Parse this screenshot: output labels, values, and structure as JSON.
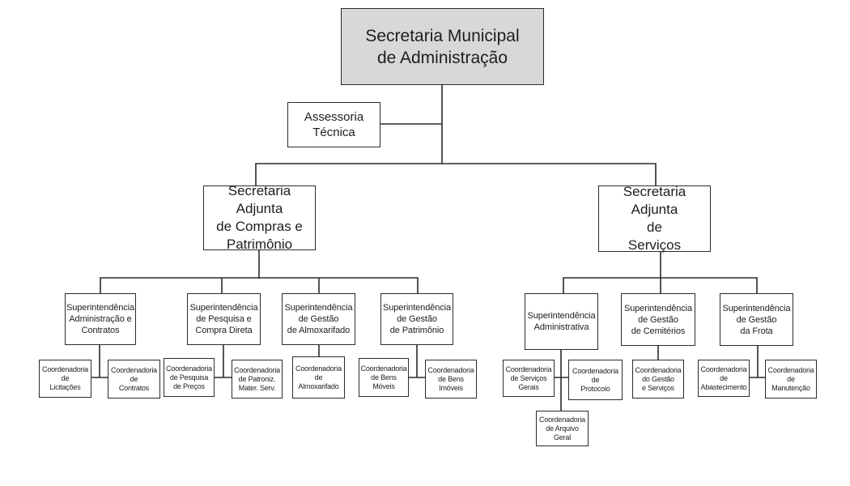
{
  "chart": {
    "root": "Secretaria Municipal\nde Administração",
    "assessoria": "Assessoria\nTécnica",
    "adjunta_compras": "Secretaria Adjunta\nde Compras e\nPatrimônio",
    "adjunta_servicos": "Secretaria Adjunta\nde\nServiços",
    "sup_adm_contratos": "Superintendência\nAdministração e\nContratos",
    "sup_pesquisa": "Superintendência\nde Pesquisa e\nCompra Direta",
    "sup_almoxarifado": "Superintendência\nde Gestão\nde Almoxarifado",
    "sup_patrimonio": "Superintendência\nde Gestão\nde Patrimônio",
    "sup_administrativa": "Superintendência\nAdministrativa",
    "sup_cemiterios": "Superintendência\nde Gestão\nde Cemitérios",
    "sup_frota": "Superintendência\nde Gestão\nda Frota",
    "coord_licitacoes": "Coordenadoria\nde\nLicitações",
    "coord_contratos": "Coordenadoria\nde\nContratos",
    "coord_pesquisa_precos": "Coordenadoria\nde Pesquisa\nde Preços",
    "coord_patroniz": "Coordenadoria\nde Patroniz.\nMater. Serv.",
    "coord_almoxarifado": "Coordenadoria\nde\nAlmoxarifado",
    "coord_bens_moveis": "Coordenadoria\nde Bens\nMóveis",
    "coord_bens_imoveis": "Coordenadoria\nde Bens\nImóveis",
    "coord_servicos_gerais": "Coordenadoria\nde Serviços\nGerais",
    "coord_protocolo": "Coordenadoria\nde\nProtocolo",
    "coord_arquivo_geral": "Coordenadoria\nde Arquivo\nGeral",
    "coord_gestao_servicos": "Coordenadoria\ndo Gestão\ne Serviços",
    "coord_abastecimento": "Coordenadoria\nde\nAbastecimento",
    "coord_manutencao": "Coordenadoria\nde\nManutenção"
  },
  "colors": {
    "root_fill": "#d8d8d8",
    "box_fill": "#ffffff",
    "line": "#2b2b2b",
    "text": "#1e1e1e"
  }
}
